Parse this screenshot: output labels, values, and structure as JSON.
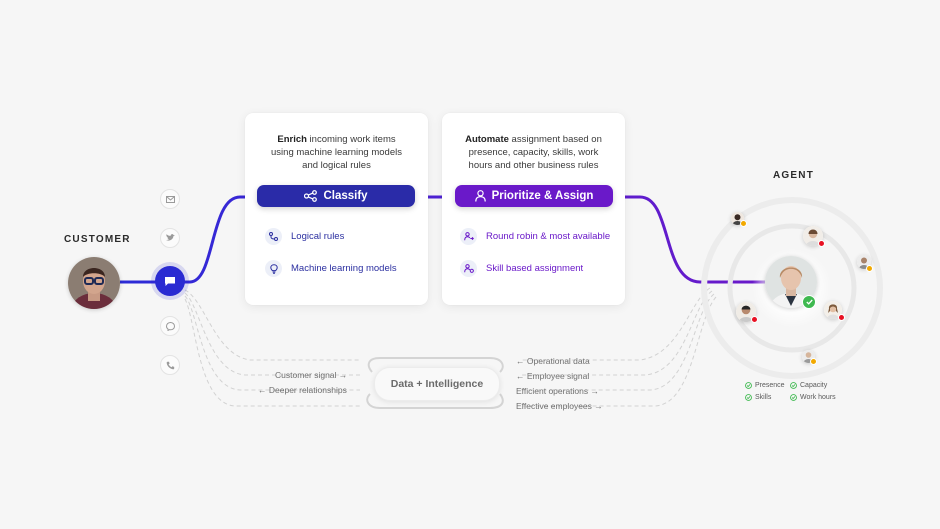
{
  "customer": {
    "label": "CUSTOMER"
  },
  "agent": {
    "label": "AGENT"
  },
  "channels": [
    "email-icon",
    "twitter-icon",
    "messenger-icon",
    "phone-icon"
  ],
  "classify": {
    "desc_bold": "Enrich",
    "desc_rest_1": " incoming work items",
    "desc_line_2": "using machine learning models",
    "desc_line_3": "and logical rules",
    "pill": "Classify",
    "items": [
      "Logical rules",
      "Machine learning models"
    ]
  },
  "prioritize": {
    "desc_bold": "Automate",
    "desc_rest_1": " assignment based on",
    "desc_line_2": "presence, capacity, skills, work",
    "desc_line_3": "hours and other business rules",
    "pill": "Prioritize & Assign",
    "items": [
      "Round robin & most available",
      "Skill based assignment"
    ]
  },
  "signals": {
    "left": [
      "Customer signal",
      "Deeper relationships"
    ],
    "right": [
      "Operational data",
      "Employee signal",
      "Efficient operations",
      "Effective employees"
    ]
  },
  "center": "Data + Intelligence",
  "agent_attributes": [
    "Presence",
    "Capacity",
    "Skills",
    "Work hours"
  ],
  "colors": {
    "blue": "#2a2ba8",
    "purple": "#6a19c9",
    "green": "#3fb950"
  }
}
